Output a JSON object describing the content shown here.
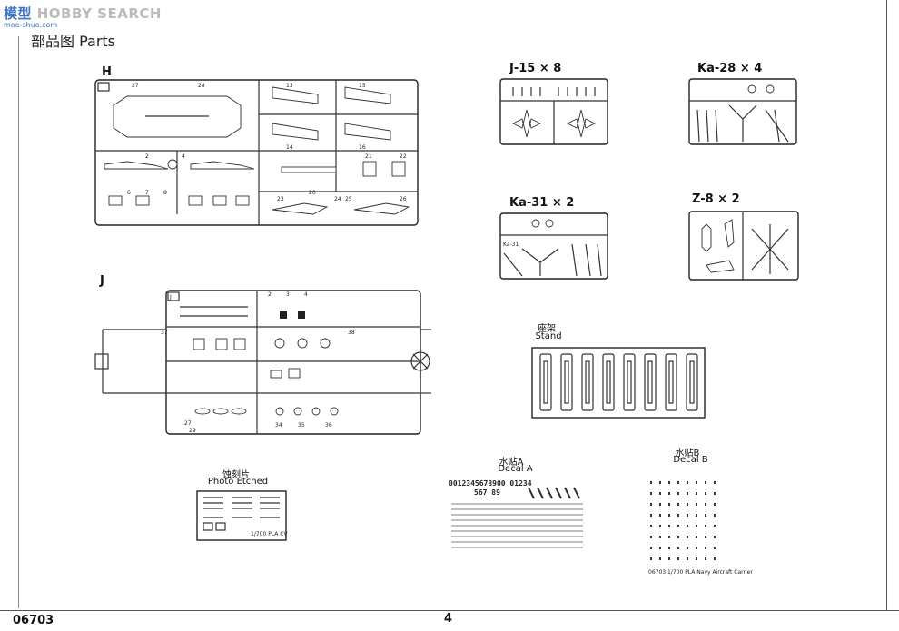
{
  "watermark": {
    "logo": "模型",
    "text": "HOBBY SEARCH",
    "sub": "moe-shuo.com"
  },
  "page_title": "部品图  Parts",
  "sprues": {
    "h": {
      "label": "H"
    },
    "j": {
      "label": "J"
    },
    "j15": {
      "label": "J-15 × 8"
    },
    "ka28": {
      "label": "Ka-28 × 4"
    },
    "ka31": {
      "label": "Ka-31 × 2",
      "inner": "Ka-31"
    },
    "z8": {
      "label": "Z-8 × 2"
    }
  },
  "stand": {
    "cn": "座架",
    "en": "Stand"
  },
  "photo_etched": {
    "cn": "蚀刻片",
    "en": "Photo Etched",
    "inner": "1/700 PLA CV"
  },
  "decal_a": {
    "cn": "水贴A",
    "en": "Decal A",
    "digits1": "0012345678900 01234",
    "digits2": "567 89"
  },
  "decal_b": {
    "cn": "水贴B",
    "en": "Decal B",
    "foot": "06703 1/700 PLA Navy Aircraft Carrier"
  },
  "footer": {
    "code": "06703",
    "page": "4"
  }
}
